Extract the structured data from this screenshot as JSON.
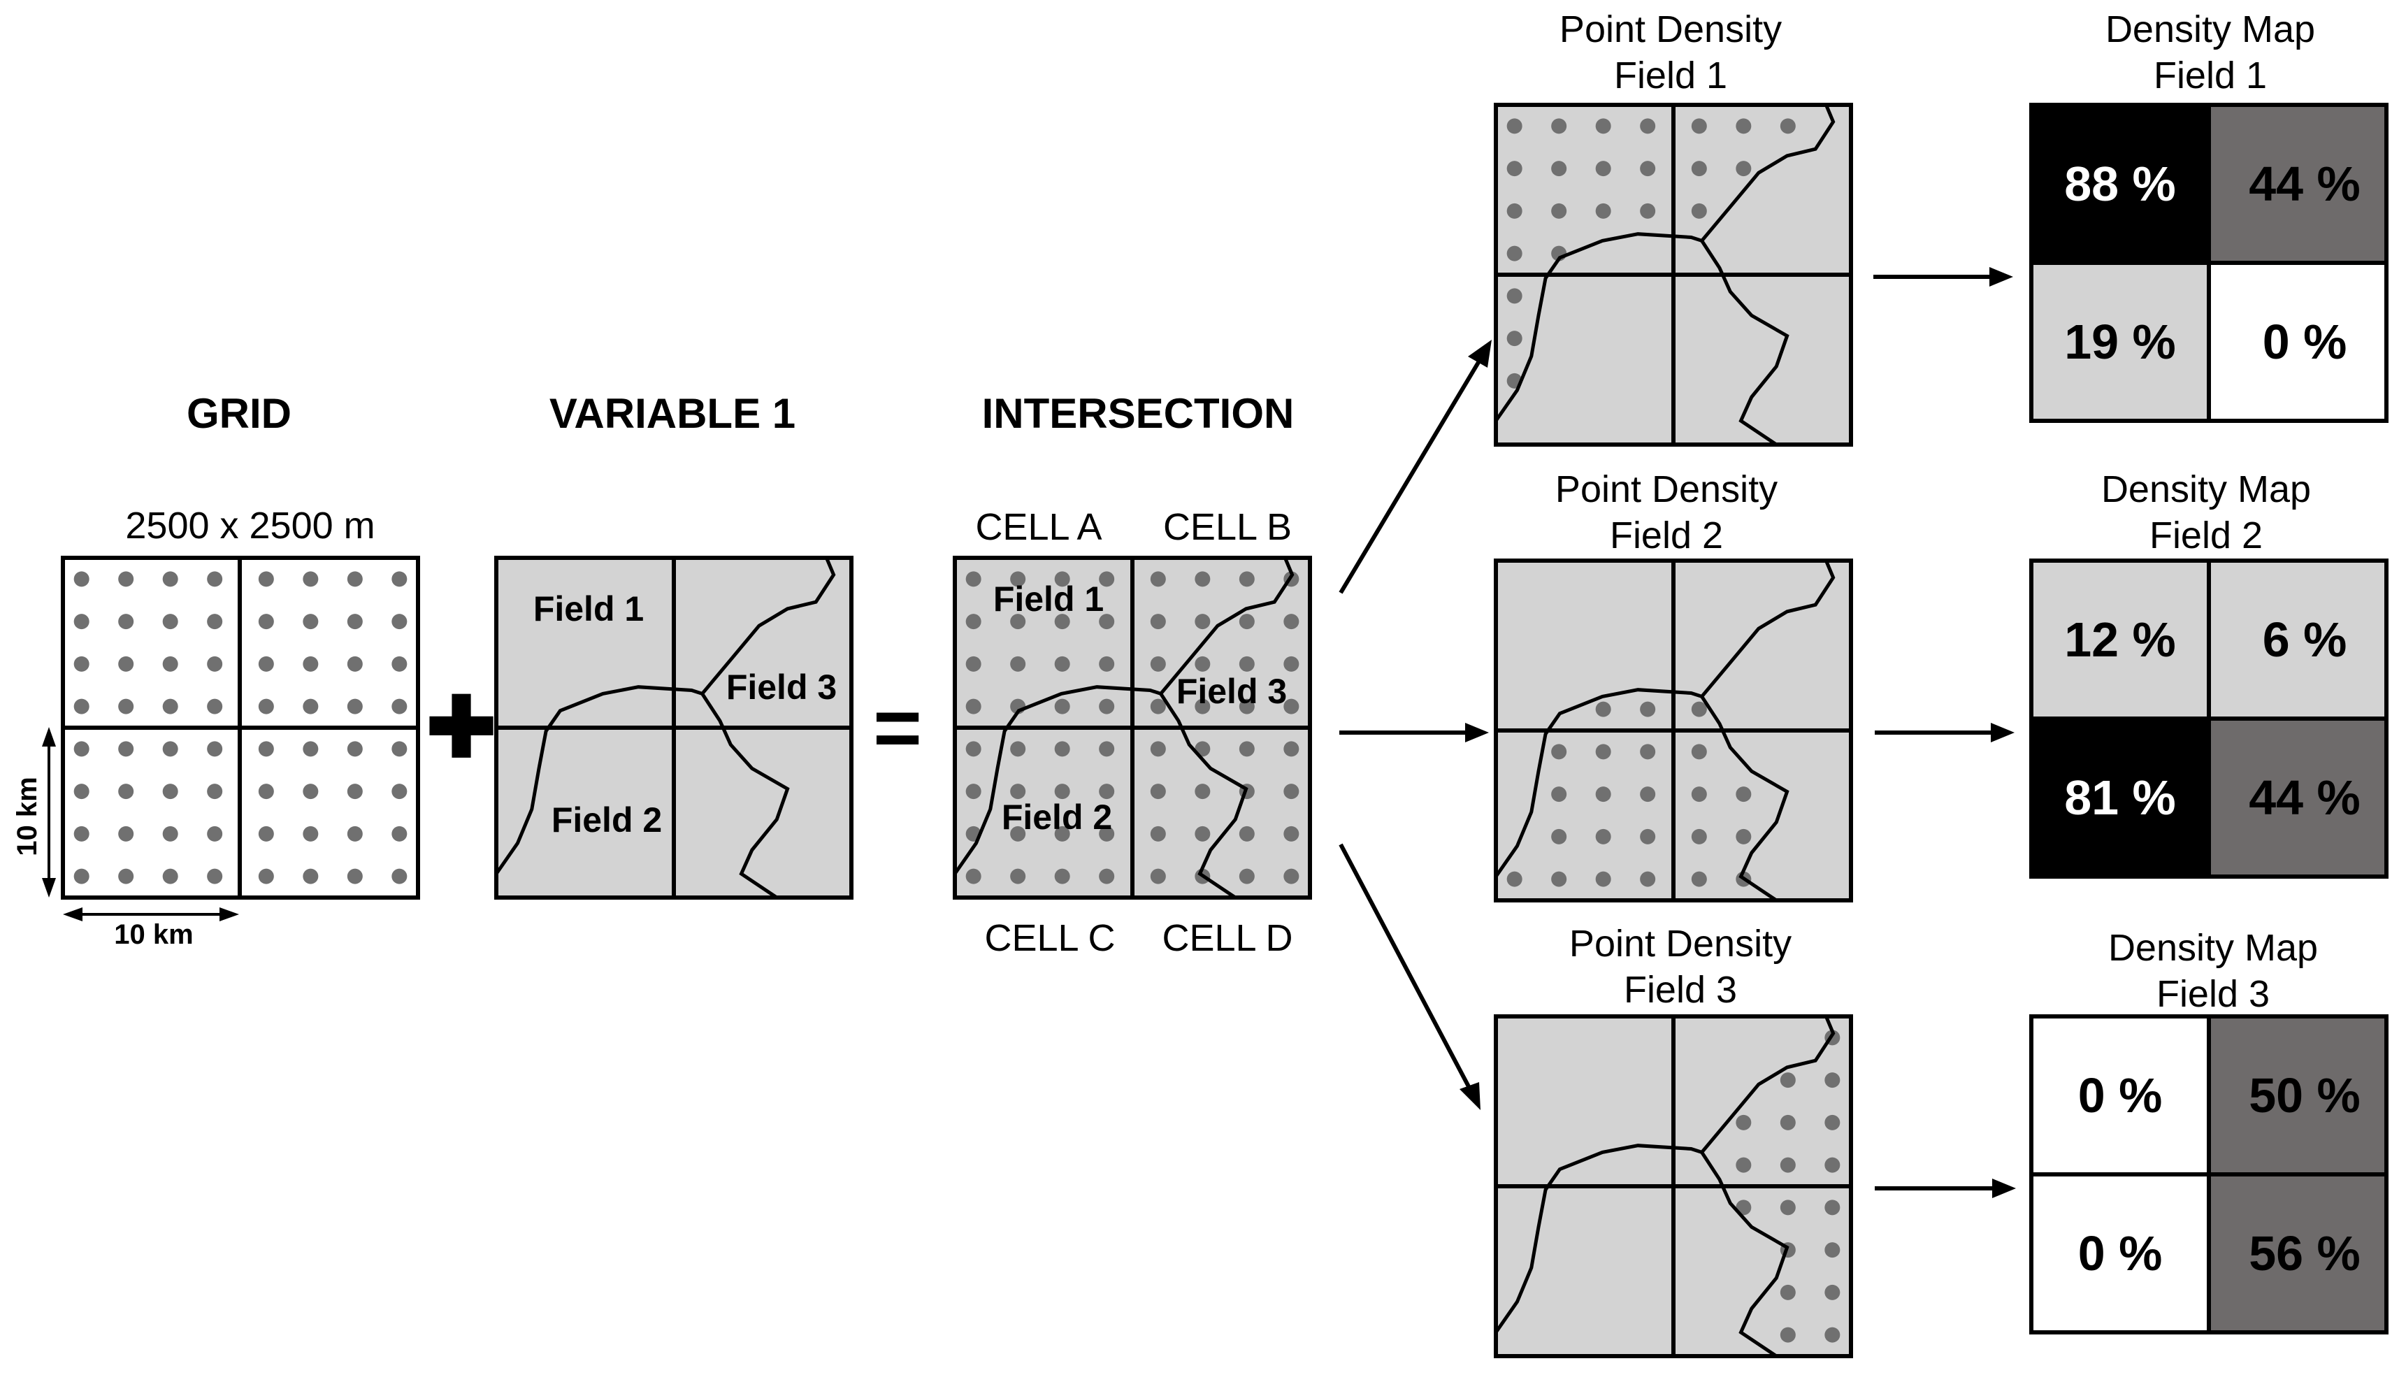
{
  "headers": {
    "grid": "GRID",
    "variable": "VARIABLE 1",
    "intersection": "INTERSECTION"
  },
  "grid": {
    "size_label": "2500 x 2500 m",
    "height_label": "10 km",
    "width_label": "10 km"
  },
  "operators": {
    "plus": "✚",
    "equals": "="
  },
  "variable_fields": {
    "field1": "Field 1",
    "field2": "Field 2",
    "field3": "Field 3"
  },
  "intersection": {
    "cells": {
      "a": "CELL A",
      "b": "CELL B",
      "c": "CELL C",
      "d": "CELL D"
    },
    "field1": "Field 1",
    "field2": "Field 2",
    "field3": "Field 3"
  },
  "point_density": [
    {
      "line1": "Point Density",
      "line2": "Field 1"
    },
    {
      "line1": "Point Density",
      "line2": "Field 2"
    },
    {
      "line1": "Point Density",
      "line2": "Field 3"
    }
  ],
  "density_maps": [
    {
      "line1": "Density Map",
      "line2": "Field 1",
      "cells": [
        {
          "text": "88 %",
          "fill": "#000000",
          "color": "#ffffff"
        },
        {
          "text": "44 %",
          "fill": "#6e6b6b",
          "color": "#000000"
        },
        {
          "text": "19 %",
          "fill": "#d3d3d3",
          "color": "#000000"
        },
        {
          "text": "0 %",
          "fill": "#ffffff",
          "color": "#000000"
        }
      ]
    },
    {
      "line1": "Density Map",
      "line2": "Field 2",
      "cells": [
        {
          "text": "12 %",
          "fill": "#d3d3d3",
          "color": "#000000"
        },
        {
          "text": "6 %",
          "fill": "#d3d3d3",
          "color": "#000000"
        },
        {
          "text": "81 %",
          "fill": "#000000",
          "color": "#ffffff"
        },
        {
          "text": "44 %",
          "fill": "#6e6b6b",
          "color": "#000000"
        }
      ]
    },
    {
      "line1": "Density Map",
      "line2": "Field 3",
      "cells": [
        {
          "text": "0 %",
          "fill": "#ffffff",
          "color": "#000000"
        },
        {
          "text": "50 %",
          "fill": "#6e6b6b",
          "color": "#000000"
        },
        {
          "text": "0 %",
          "fill": "#ffffff",
          "color": "#000000"
        },
        {
          "text": "56 %",
          "fill": "#6e6b6b",
          "color": "#000000"
        }
      ]
    }
  ],
  "colors": {
    "panel_fill": "#d3d3d3",
    "dot": "#707070",
    "stroke": "#000000"
  }
}
